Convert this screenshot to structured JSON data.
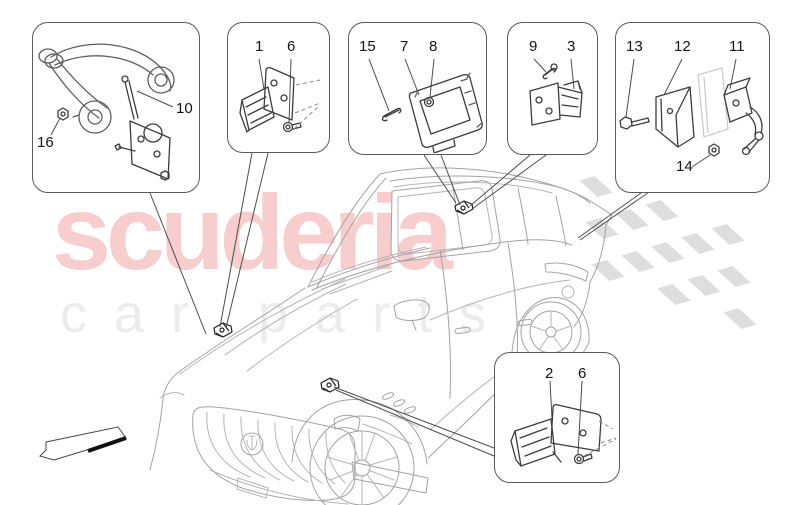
{
  "watermark": {
    "brand": "scuderia",
    "subtitle": "car parts",
    "brand_color": "#f7cdcd",
    "subtitle_color": "#ececec"
  },
  "colors": {
    "flag_gray": "#dedede",
    "car_line_gray": "#a3a3a3",
    "leader_line": "#4d4d4d",
    "callout_border": "#5a5a5a",
    "label_text": "#141414"
  },
  "callouts": {
    "front_suspension": {
      "part_16": "16",
      "part_10": "10"
    },
    "front_sensor": {
      "part_1": "1",
      "part_6": "6"
    },
    "ecu_module": {
      "part_15": "15",
      "part_7": "7",
      "part_8": "8"
    },
    "roof_sensor": {
      "part_9": "9",
      "part_3": "3"
    },
    "rear_height_sensor": {
      "part_13": "13",
      "part_12": "12",
      "part_11": "11",
      "part_14": "14"
    },
    "side_sensor": {
      "part_2": "2",
      "part_6": "6"
    }
  },
  "icons": {
    "front_direction_arrow": "front-direction-arrow",
    "checkered_flag": "checkered-flag",
    "trident_badge": "maserati-trident"
  }
}
